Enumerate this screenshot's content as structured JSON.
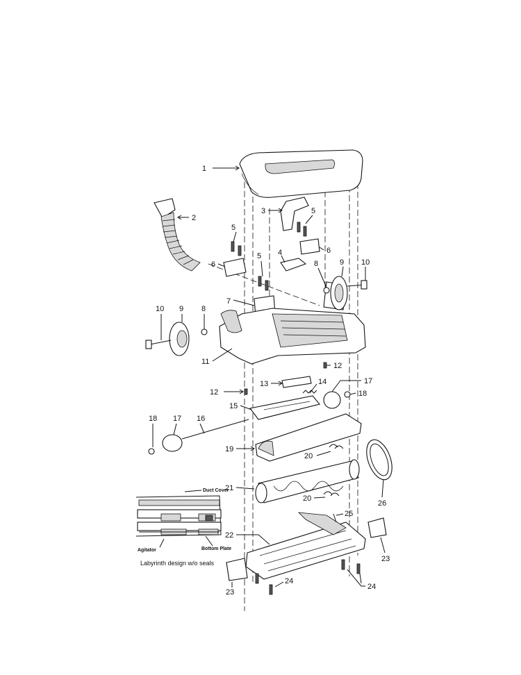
{
  "callouts": [
    {
      "id": "c1",
      "text": "1"
    },
    {
      "id": "c2",
      "text": "2"
    },
    {
      "id": "c3",
      "text": "3"
    },
    {
      "id": "c4",
      "text": "4"
    },
    {
      "id": "c5a",
      "text": "5"
    },
    {
      "id": "c5b",
      "text": "5"
    },
    {
      "id": "c5c",
      "text": "5"
    },
    {
      "id": "c6a",
      "text": "6"
    },
    {
      "id": "c6b",
      "text": "6"
    },
    {
      "id": "c7",
      "text": "7"
    },
    {
      "id": "c8a",
      "text": "8"
    },
    {
      "id": "c8b",
      "text": "8"
    },
    {
      "id": "c9a",
      "text": "9"
    },
    {
      "id": "c9b",
      "text": "9"
    },
    {
      "id": "c10a",
      "text": "10"
    },
    {
      "id": "c10b",
      "text": "10"
    },
    {
      "id": "c11",
      "text": "11"
    },
    {
      "id": "c12a",
      "text": "12"
    },
    {
      "id": "c12b",
      "text": "12"
    },
    {
      "id": "c13",
      "text": "13"
    },
    {
      "id": "c14",
      "text": "14"
    },
    {
      "id": "c15",
      "text": "15"
    },
    {
      "id": "c16",
      "text": "16"
    },
    {
      "id": "c17a",
      "text": "17"
    },
    {
      "id": "c17b",
      "text": "17"
    },
    {
      "id": "c18a",
      "text": "18"
    },
    {
      "id": "c18b",
      "text": "18"
    },
    {
      "id": "c19",
      "text": "19"
    },
    {
      "id": "c20a",
      "text": "20"
    },
    {
      "id": "c20b",
      "text": "20"
    },
    {
      "id": "c21",
      "text": "21"
    },
    {
      "id": "c22",
      "text": "22"
    },
    {
      "id": "c23a",
      "text": "23"
    },
    {
      "id": "c23b",
      "text": "23"
    },
    {
      "id": "c24a",
      "text": "24"
    },
    {
      "id": "c24b",
      "text": "24"
    },
    {
      "id": "c25",
      "text": "25"
    },
    {
      "id": "c26",
      "text": "26"
    }
  ],
  "inset": {
    "duct_cover": "Duct Cover",
    "agitator": "Agitator",
    "bottom_plate": "Bottom Plate",
    "caption": "Labyrinth design w/o seals"
  }
}
